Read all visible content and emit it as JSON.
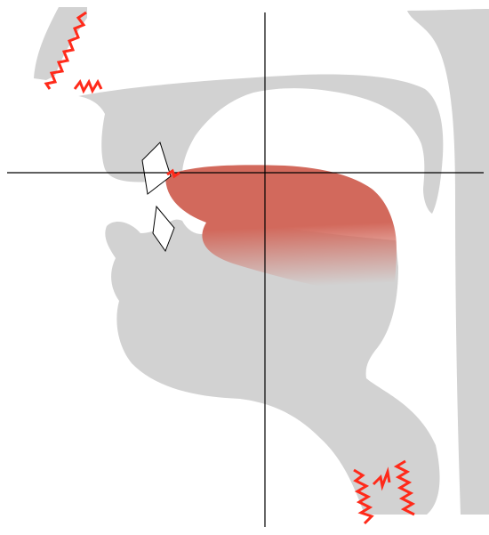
{
  "diagram": {
    "type": "sagittal-section-vocal-tract",
    "labels": [],
    "colors": {
      "background": "#ffffff",
      "anatomy": "#d2d2d2",
      "tongue": "#d2695c",
      "zigzag": "#ff2a1a",
      "axes": "#000000",
      "teeth_outline": "#000000"
    },
    "markers": [
      "upper-lip-zigzag",
      "nostril-zigzag",
      "alveolar-contact",
      "glottis-left-zigzag",
      "glottis-center-zigzag",
      "glottis-right-zigzag"
    ]
  }
}
